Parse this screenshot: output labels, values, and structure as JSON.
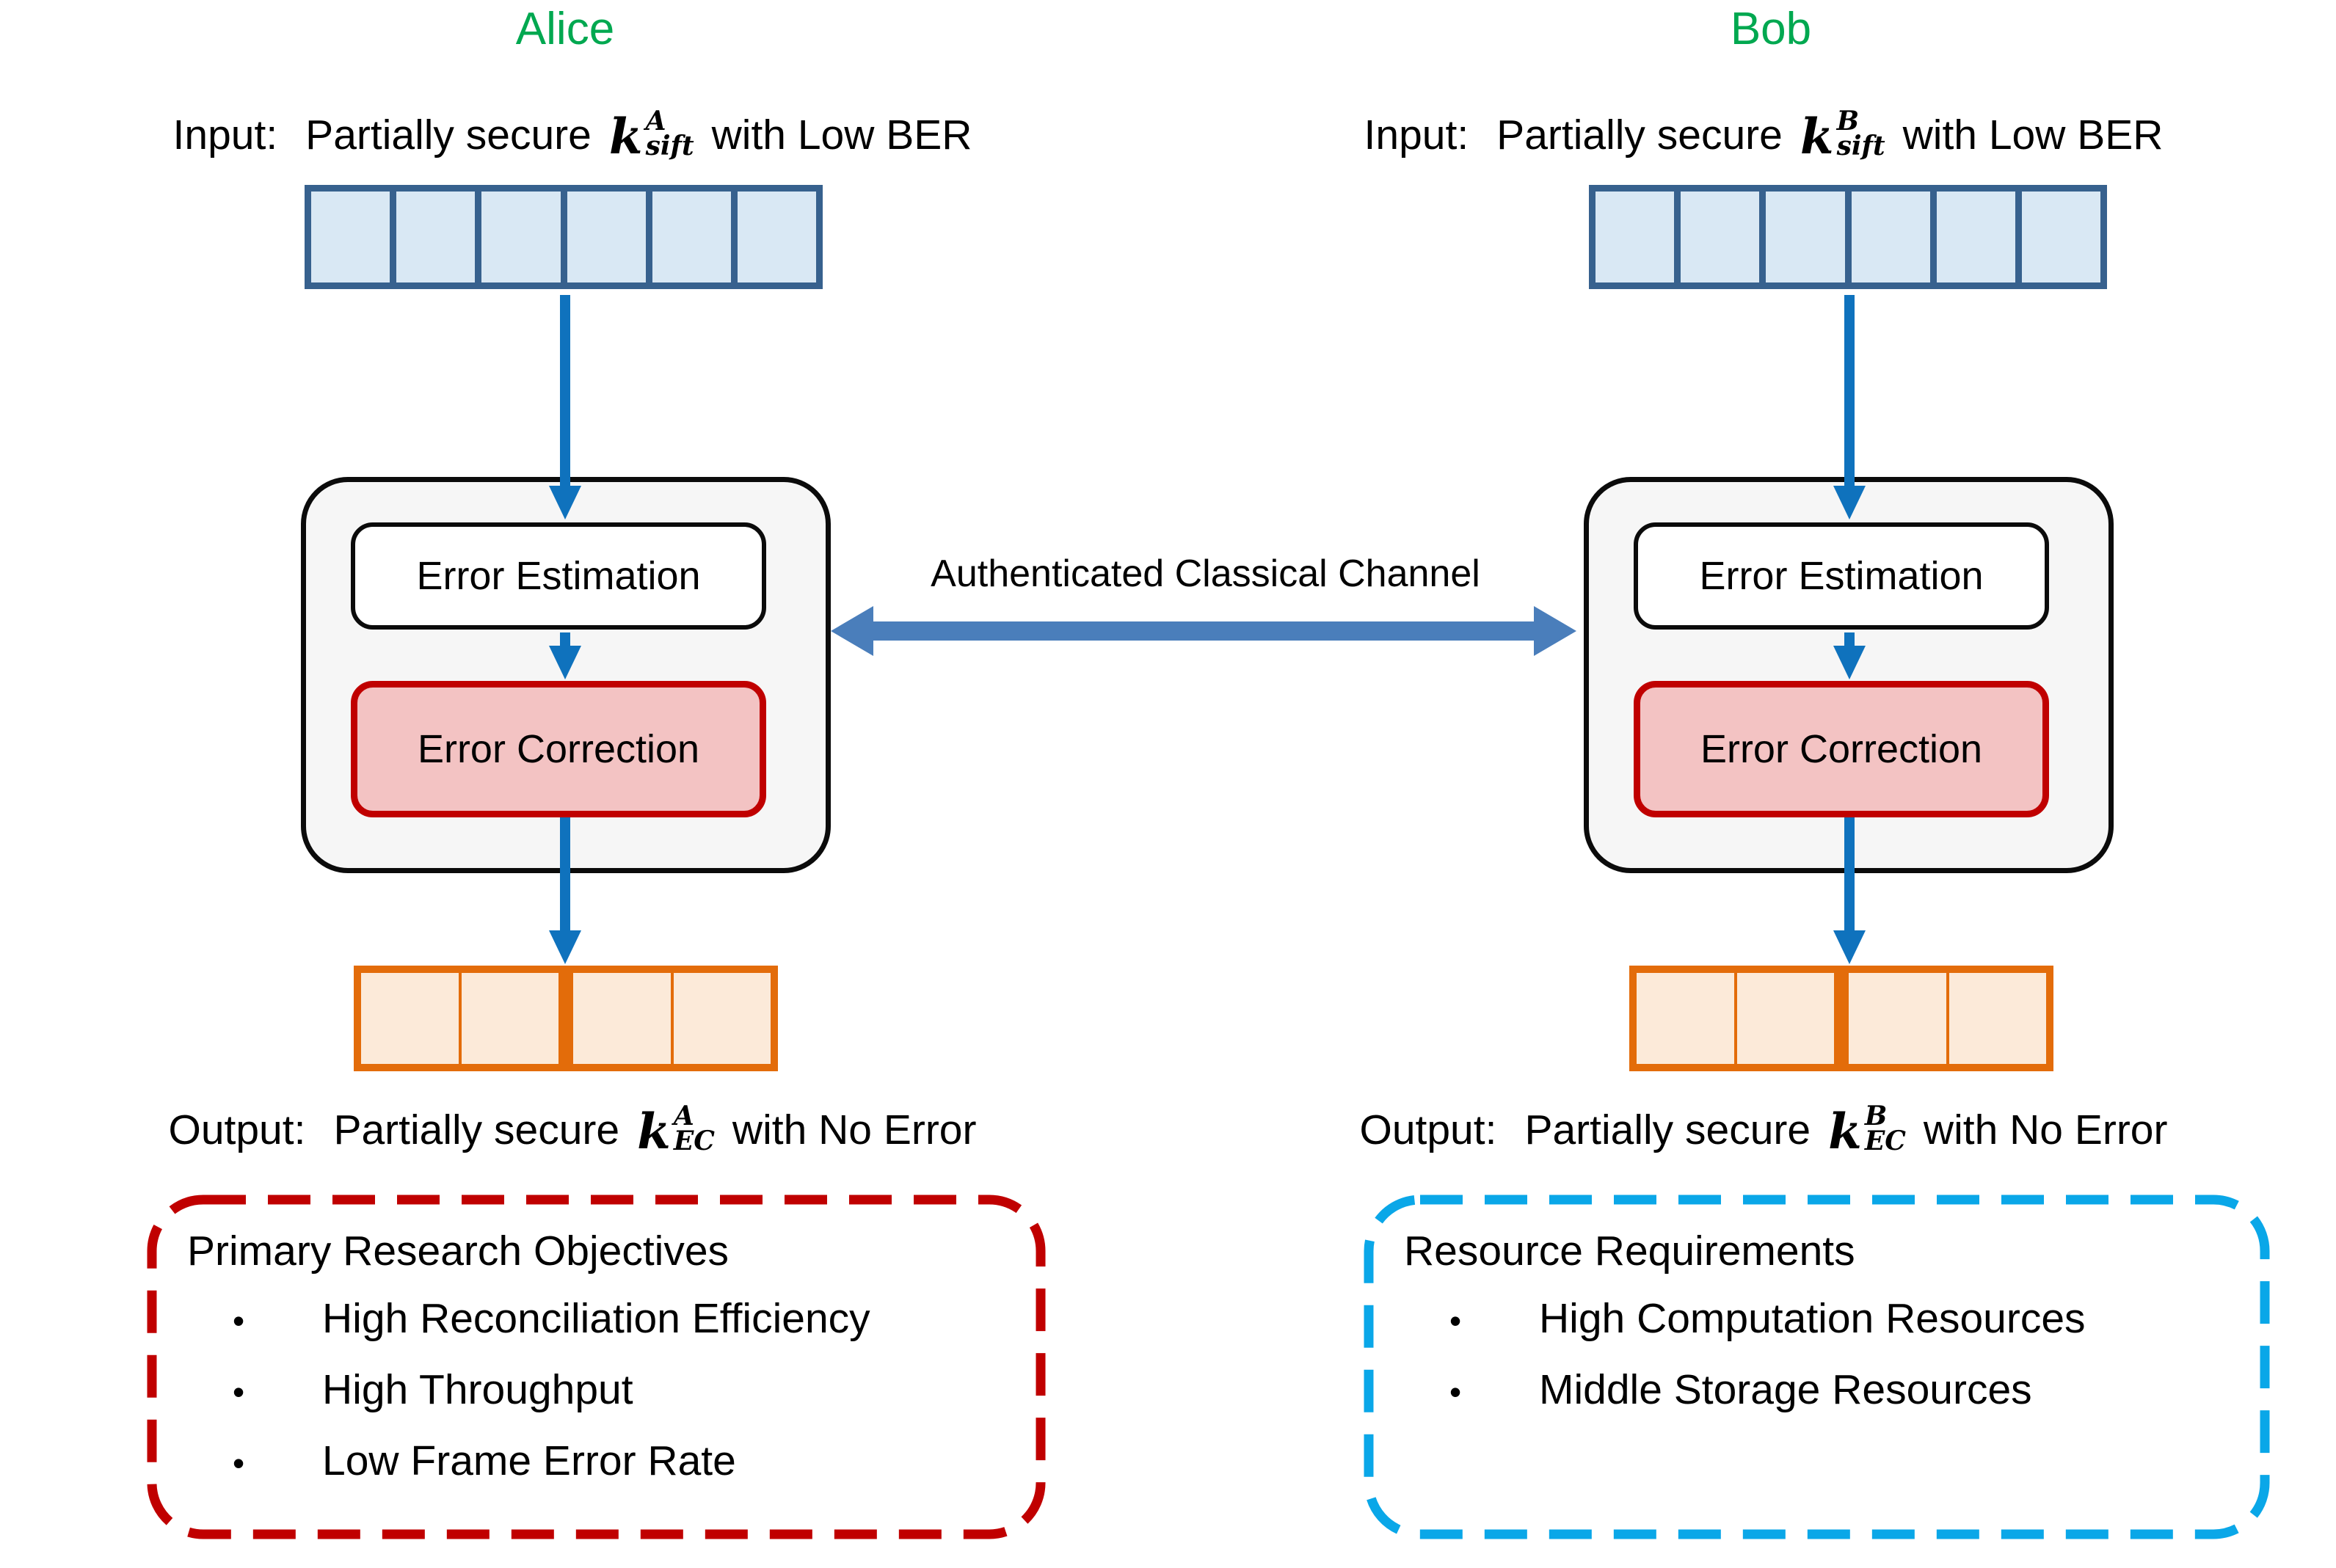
{
  "glyphs": {
    "bullet": "•"
  },
  "colors": {
    "party_green": "#00A850",
    "arrow_blue": "#0F72BD",
    "channel_blue": "#4A7EBB",
    "key_blue_border": "#37618E",
    "key_blue_fill": "#D9E8F4",
    "key_orange_border": "#E36C0A",
    "key_orange_fill": "#FCEAD9",
    "correction_border": "#C00000",
    "correction_fill": "#F3C3C3",
    "container_fill": "#F6F6F6",
    "objectives_red": "#C00000",
    "resources_cyan": "#0AA7E8"
  },
  "alice": {
    "title": "Alice",
    "input": {
      "prefix": "Input:",
      "mid": "Partially secure",
      "k": "k",
      "sup": "A",
      "sub": "sift",
      "suffix": "with Low BER"
    },
    "output": {
      "prefix": "Output:",
      "mid": "Partially secure",
      "k": "k",
      "sup": "A",
      "sub": "EC",
      "suffix": "with No Error"
    },
    "process": {
      "estimation": "Error Estimation",
      "correction": "Error Correction"
    },
    "input_key_cells": 6,
    "output_key_cells": 4
  },
  "bob": {
    "title": "Bob",
    "input": {
      "prefix": "Input:",
      "mid": "Partially secure",
      "k": "k",
      "sup": "B",
      "sub": "sift",
      "suffix": "with Low BER"
    },
    "output": {
      "prefix": "Output:",
      "mid": "Partially secure",
      "k": "k",
      "sup": "B",
      "sub": "EC",
      "suffix": "with No Error"
    },
    "process": {
      "estimation": "Error Estimation",
      "correction": "Error Correction"
    },
    "input_key_cells": 6,
    "output_key_cells": 4
  },
  "channel": {
    "label": "Authenticated Classical Channel"
  },
  "objectives_box": {
    "title": "Primary Research Objectives",
    "bullets": [
      "High Reconciliation Efficiency",
      "High Throughput",
      "Low Frame Error Rate"
    ]
  },
  "resources_box": {
    "title": "Resource Requirements",
    "bullets": [
      "High Computation Resources",
      "Middle Storage Resources"
    ]
  }
}
